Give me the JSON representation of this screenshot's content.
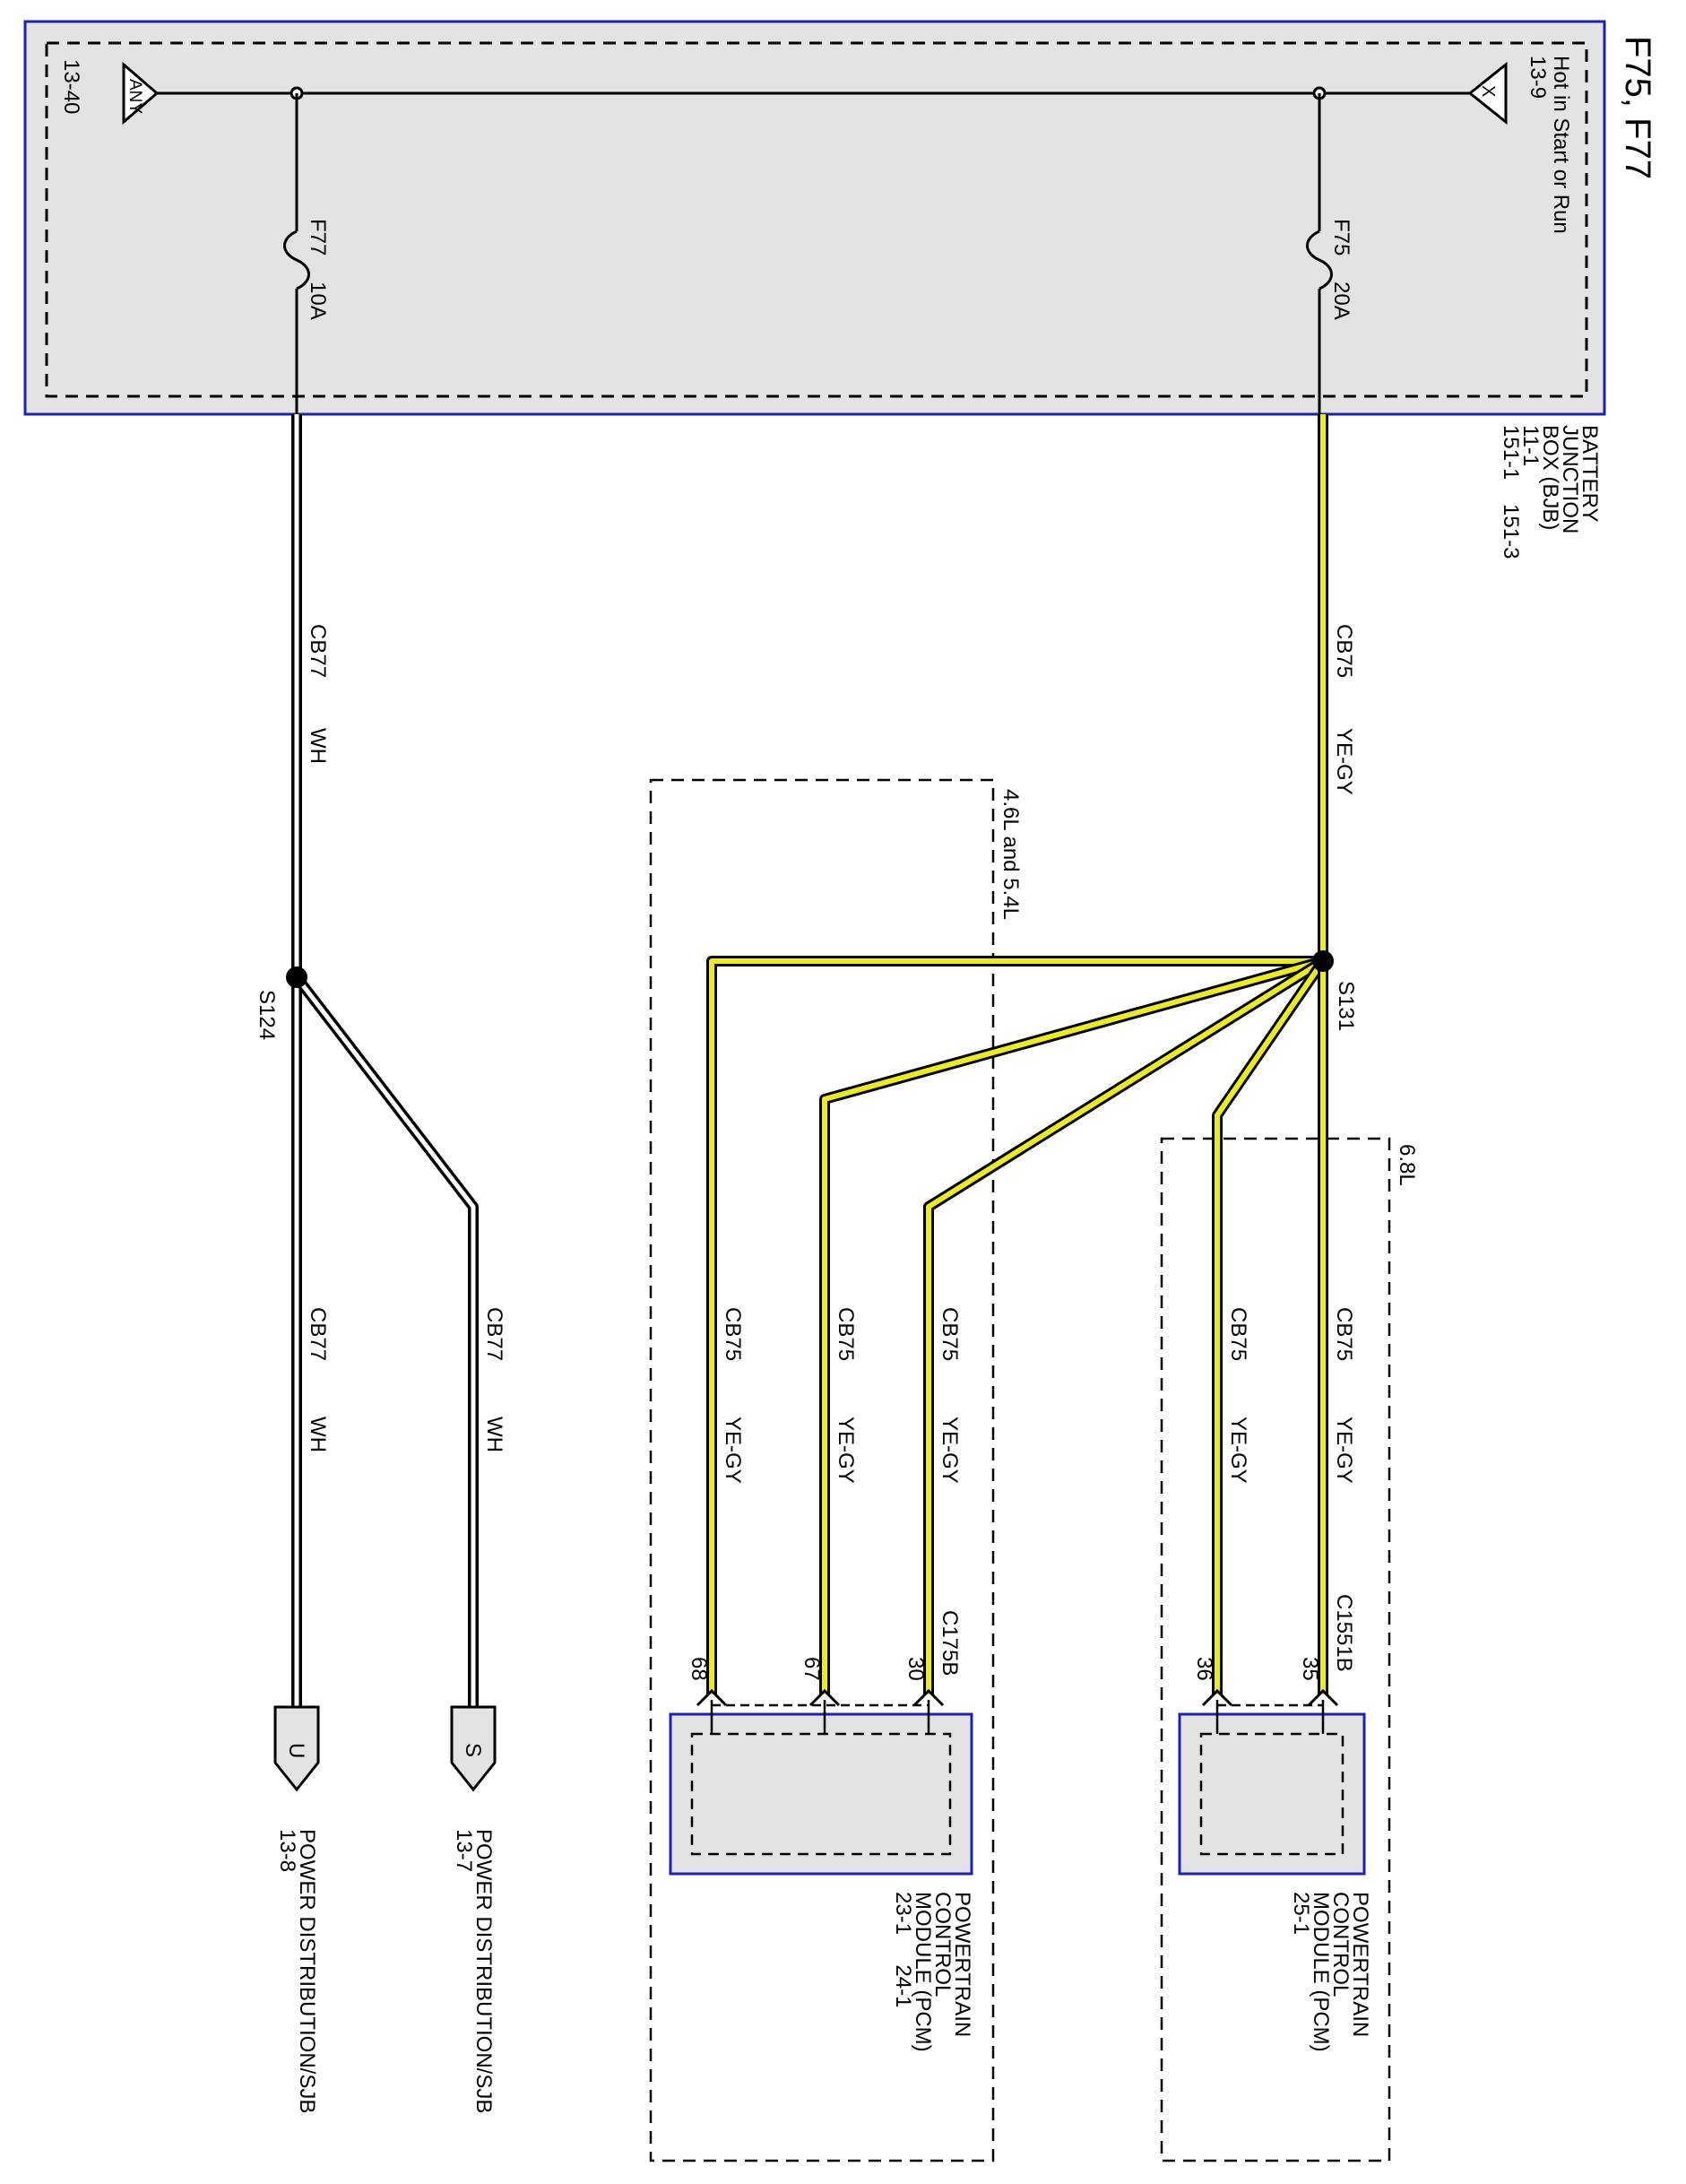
{
  "title": "F75, F77",
  "bjb": {
    "hot_label": "Hot in Start or Run",
    "x_ref": "13-9",
    "x_symbol": "X",
    "any_ref": "13-40",
    "any_symbol": "ANY",
    "name_lines": [
      "BATTERY",
      "JUNCTION",
      "BOX (BJB)",
      "11-1",
      "151-1    151-3"
    ],
    "fuse_f75": {
      "name": "F75",
      "rating": "20A"
    },
    "fuse_f77": {
      "name": "F77",
      "rating": "10A"
    }
  },
  "wires": {
    "cb75": "CB75",
    "cb77": "CB77",
    "ye_gy": "YE-GY",
    "wh": "WH"
  },
  "splices": {
    "s131": "S131",
    "s124": "S124"
  },
  "variants": {
    "v46_54": "4.6L and 5.4L",
    "v68": "6.8L"
  },
  "connectors": {
    "c175b": "C175B",
    "c1551b": "C1551B",
    "pins": {
      "p68": "68",
      "p67": "67",
      "p30": "30",
      "p36": "36",
      "p35": "35"
    }
  },
  "pcm_46": {
    "lines": [
      "POWERTRAIN",
      "CONTROL",
      "MODULE (PCM)",
      "23-1     24-1"
    ]
  },
  "pcm_68": {
    "lines": [
      "POWERTRAIN",
      "CONTROL",
      "MODULE (PCM)",
      "25-1"
    ]
  },
  "refs": {
    "s": {
      "letter": "S",
      "lines": [
        "POWER DISTRIBUTION/SJB",
        "13-7"
      ]
    },
    "u": {
      "letter": "U",
      "lines": [
        "POWER DISTRIBUTION/SJB",
        "13-8"
      ]
    }
  },
  "colors": {
    "module_border": "#1a23b0",
    "module_fill": "#e3e3e3",
    "yellow_wire": "#ecec1a",
    "line": "#000000"
  }
}
